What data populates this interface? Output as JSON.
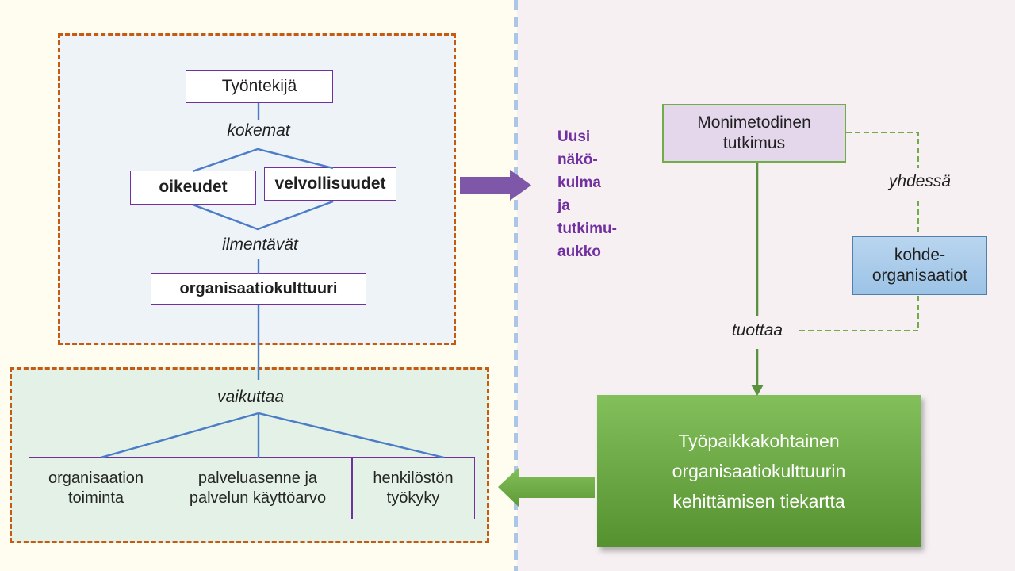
{
  "left": {
    "employee_box": "Työntekijä",
    "kokemat_label": "kokemat",
    "rights_box": "oikeudet",
    "duties_box": "velvollisuudet",
    "ilmentavat_label": "ilmentävät",
    "culture_box": "organisaatiokulttuuri",
    "vaikuttaa_label": "vaikuttaa",
    "outcome_boxes": [
      "organisaation\ntoiminta",
      "palveluasenne ja\npalvelun käyttöarvo",
      "henkilöstön\ntyökyky"
    ]
  },
  "middle": {
    "gap_note": "Uusi\nnäkö-\nkulma\nja\ntutkimu-\naukko"
  },
  "right": {
    "research_box": "Monimetodinen\ntutkimus",
    "yhdessa_label": "yhdessä",
    "target_org_box": "kohde-\norganisaatiot",
    "tuottaa_label": "tuottaa",
    "roadmap_box": "Työpaikkakohtainen\norganisaatiokulttuurin\nkehittämisen tiekartta"
  },
  "colors": {
    "bg_left": "#fffdf0",
    "bg_right": "#f6f0f2",
    "divider_blue": "#abc6e6",
    "dashed_group_border": "#c55a11",
    "group_top_fill": "#eef3f7",
    "group_bottom_fill": "#e4f1e6",
    "node_border_purple": "#7030a0",
    "connector_blue": "#4a7cc7",
    "arrow_purple": "#7e57a8",
    "green_solid_line": "#5a9140",
    "green_dashed_line": "#70ad47",
    "research_box_fill": "#e4d7ec",
    "target_box_fill": "#9cc3e6",
    "target_box_border": "#4f81ab",
    "roadmap_fill_top": "#83bf5b",
    "roadmap_fill_bottom": "#55912f",
    "green_arrow": "#6fae48",
    "text_dark": "#1f1f1f",
    "text_white": "#ffffff"
  }
}
